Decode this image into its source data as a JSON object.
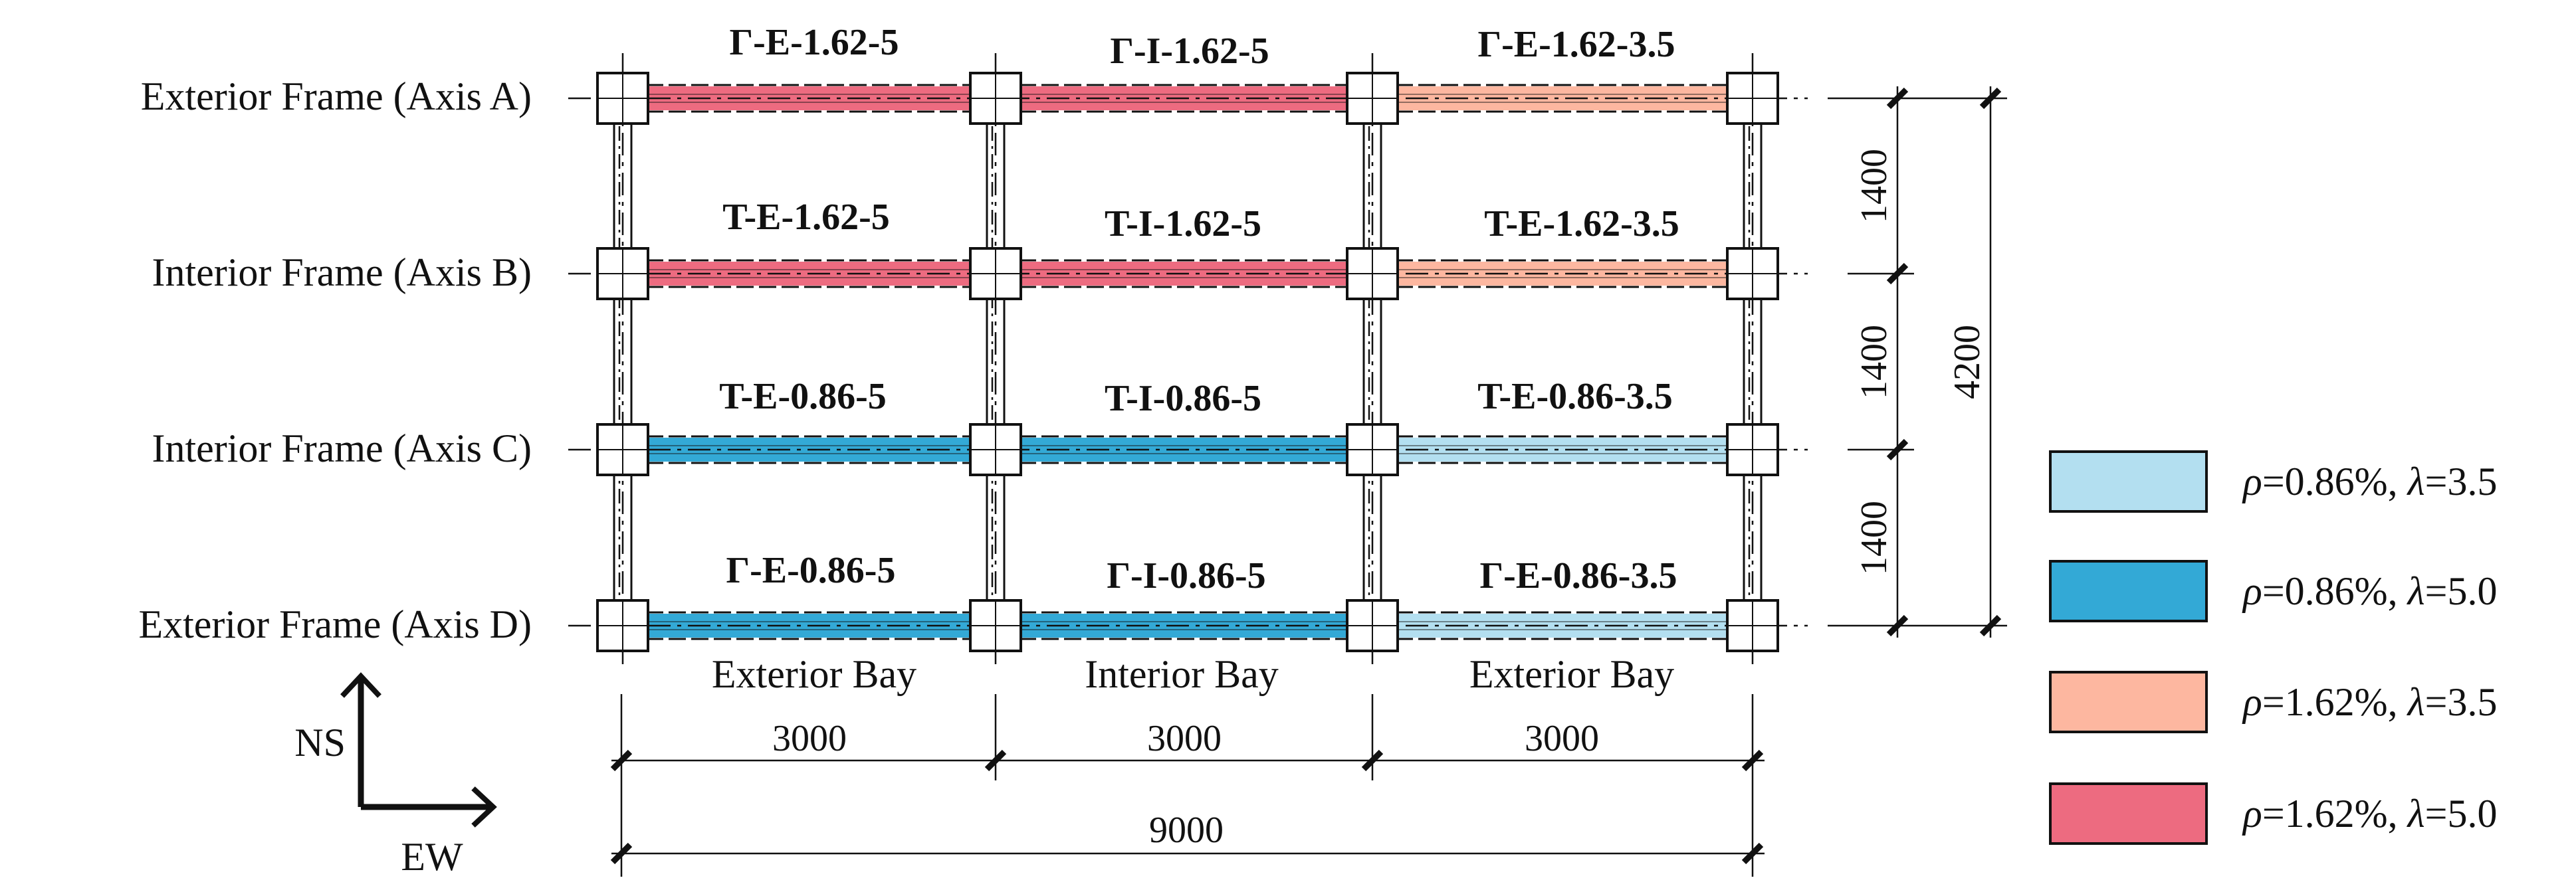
{
  "frames": [
    {
      "label": "Exterior Frame (Axis A)",
      "beams": [
        {
          "label": "Γ-E-1.62-5",
          "group": "r162_l50"
        },
        {
          "label": "Γ-I-1.62-5",
          "group": "r162_l50"
        },
        {
          "label": "Γ-E-1.62-3.5",
          "group": "r162_l35"
        }
      ]
    },
    {
      "label": "Interior Frame (Axis B)",
      "beams": [
        {
          "label": "T-E-1.62-5",
          "group": "r162_l50"
        },
        {
          "label": "T-I-1.62-5",
          "group": "r162_l50"
        },
        {
          "label": "T-E-1.62-3.5",
          "group": "r162_l35"
        }
      ]
    },
    {
      "label": "Interior Frame (Axis C)",
      "beams": [
        {
          "label": "T-E-0.86-5",
          "group": "r086_l50"
        },
        {
          "label": "T-I-0.86-5",
          "group": "r086_l50"
        },
        {
          "label": "T-E-0.86-3.5",
          "group": "r086_l35"
        }
      ]
    },
    {
      "label": "Exterior Frame (Axis D)",
      "beams": [
        {
          "label": "Γ-E-0.86-5",
          "group": "r086_l50"
        },
        {
          "label": "Γ-I-0.86-5",
          "group": "r086_l50"
        },
        {
          "label": "Γ-E-0.86-3.5",
          "group": "r086_l35"
        }
      ]
    }
  ],
  "bays": [
    "Exterior Bay",
    "Interior Bay",
    "Exterior Bay"
  ],
  "dimensions": {
    "bay_spans": [
      "3000",
      "3000",
      "3000"
    ],
    "total_span": "9000",
    "frame_spacings": [
      "1400",
      "1400",
      "1400"
    ],
    "total_depth": "4200"
  },
  "compass": {
    "north": "NS",
    "east": "EW"
  },
  "legend": [
    {
      "key": "r086_l35",
      "rho_symbol": "ρ",
      "rho_value": "=0.86%, ",
      "lambda_symbol": "λ",
      "lambda_value": "=3.5",
      "color": "#b3dff0"
    },
    {
      "key": "r086_l50",
      "rho_symbol": "ρ",
      "rho_value": "=0.86%, ",
      "lambda_symbol": "λ",
      "lambda_value": "=5.0",
      "color": "#33a9d6"
    },
    {
      "key": "r162_l35",
      "rho_symbol": "ρ",
      "rho_value": "=1.62%, ",
      "lambda_symbol": "λ",
      "lambda_value": "=3.5",
      "color": "#fdb7a0"
    },
    {
      "key": "r162_l50",
      "rho_symbol": "ρ",
      "rho_value": "=1.62%, ",
      "lambda_symbol": "λ",
      "lambda_value": "=5.0",
      "color": "#ed6b80"
    }
  ],
  "colors": {
    "line": "#111111",
    "background": "#ffffff"
  }
}
